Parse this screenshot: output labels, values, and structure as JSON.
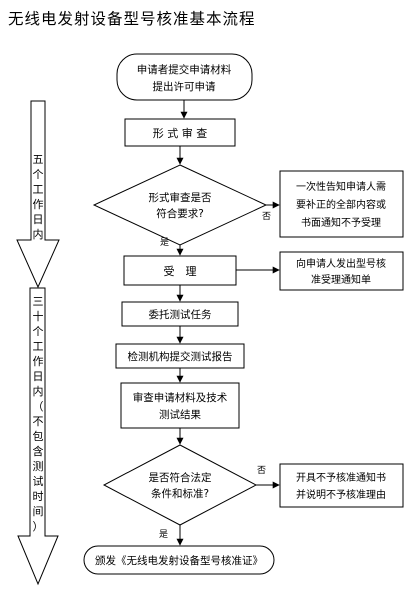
{
  "title": "无线电发射设备型号核准基本流程",
  "side_arrows": {
    "five_days": [
      "五",
      "个",
      "工",
      "作",
      "日",
      "内"
    ],
    "thirty_days": [
      "三",
      "十",
      "个",
      "工",
      "作",
      "日",
      "内",
      "（",
      "不",
      "包",
      "含",
      "测",
      "试",
      "时",
      "间",
      "）"
    ]
  },
  "nodes": {
    "start": [
      "申请者提交申请材料",
      "提出许可申请"
    ],
    "formal_review": "形 式 审 查",
    "decision1": [
      "形式审查是否",
      "符合要求?"
    ],
    "reject1": [
      "一次性告知申请人需",
      "要补正的全部内容或",
      "书面通知不予受理"
    ],
    "accept": "受　理",
    "notice_accept": [
      "向申请人发出型号核",
      "准受理通知单"
    ],
    "commission": "委托测试任务",
    "report": "检测机构提交测试报告",
    "review": [
      "审查申请材料及技术",
      "测试结果"
    ],
    "decision2": [
      "是否符合法定",
      "条件和标准?"
    ],
    "reject2": [
      "开具不予核准通知书",
      "并说明不予核准理由"
    ],
    "end": "颁发《无线电发射设备型号核准证》"
  },
  "edge_labels": {
    "yes1": "是",
    "no1": "否",
    "yes2": "是",
    "no2": "否"
  }
}
